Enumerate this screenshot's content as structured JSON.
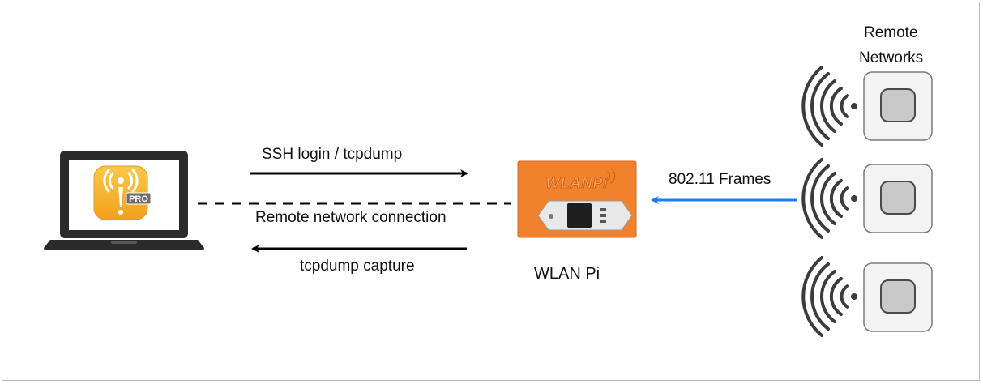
{
  "labels": {
    "ssh": "SSH login / tcpdump",
    "remote_connection": "Remote network connection",
    "capture": "tcpdump capture",
    "frames": "802.11 Frames",
    "wlanpi": "WLAN Pi",
    "remote_networks_line1": "Remote",
    "remote_networks_line2": "Networks"
  },
  "laptop": {
    "badge": "PRO",
    "app_icon": "wifi-explorer-pro-icon"
  },
  "device": {
    "logo": "WLANPi"
  },
  "colors": {
    "frame_border": "#b9b9b9",
    "arrow_dark": "#000000",
    "arrow_blue": "#1e7bf0",
    "wlanpi_orange": "#f0822e",
    "app_yellow": "#f7b52c",
    "ap_body": "#f1f1f1"
  }
}
